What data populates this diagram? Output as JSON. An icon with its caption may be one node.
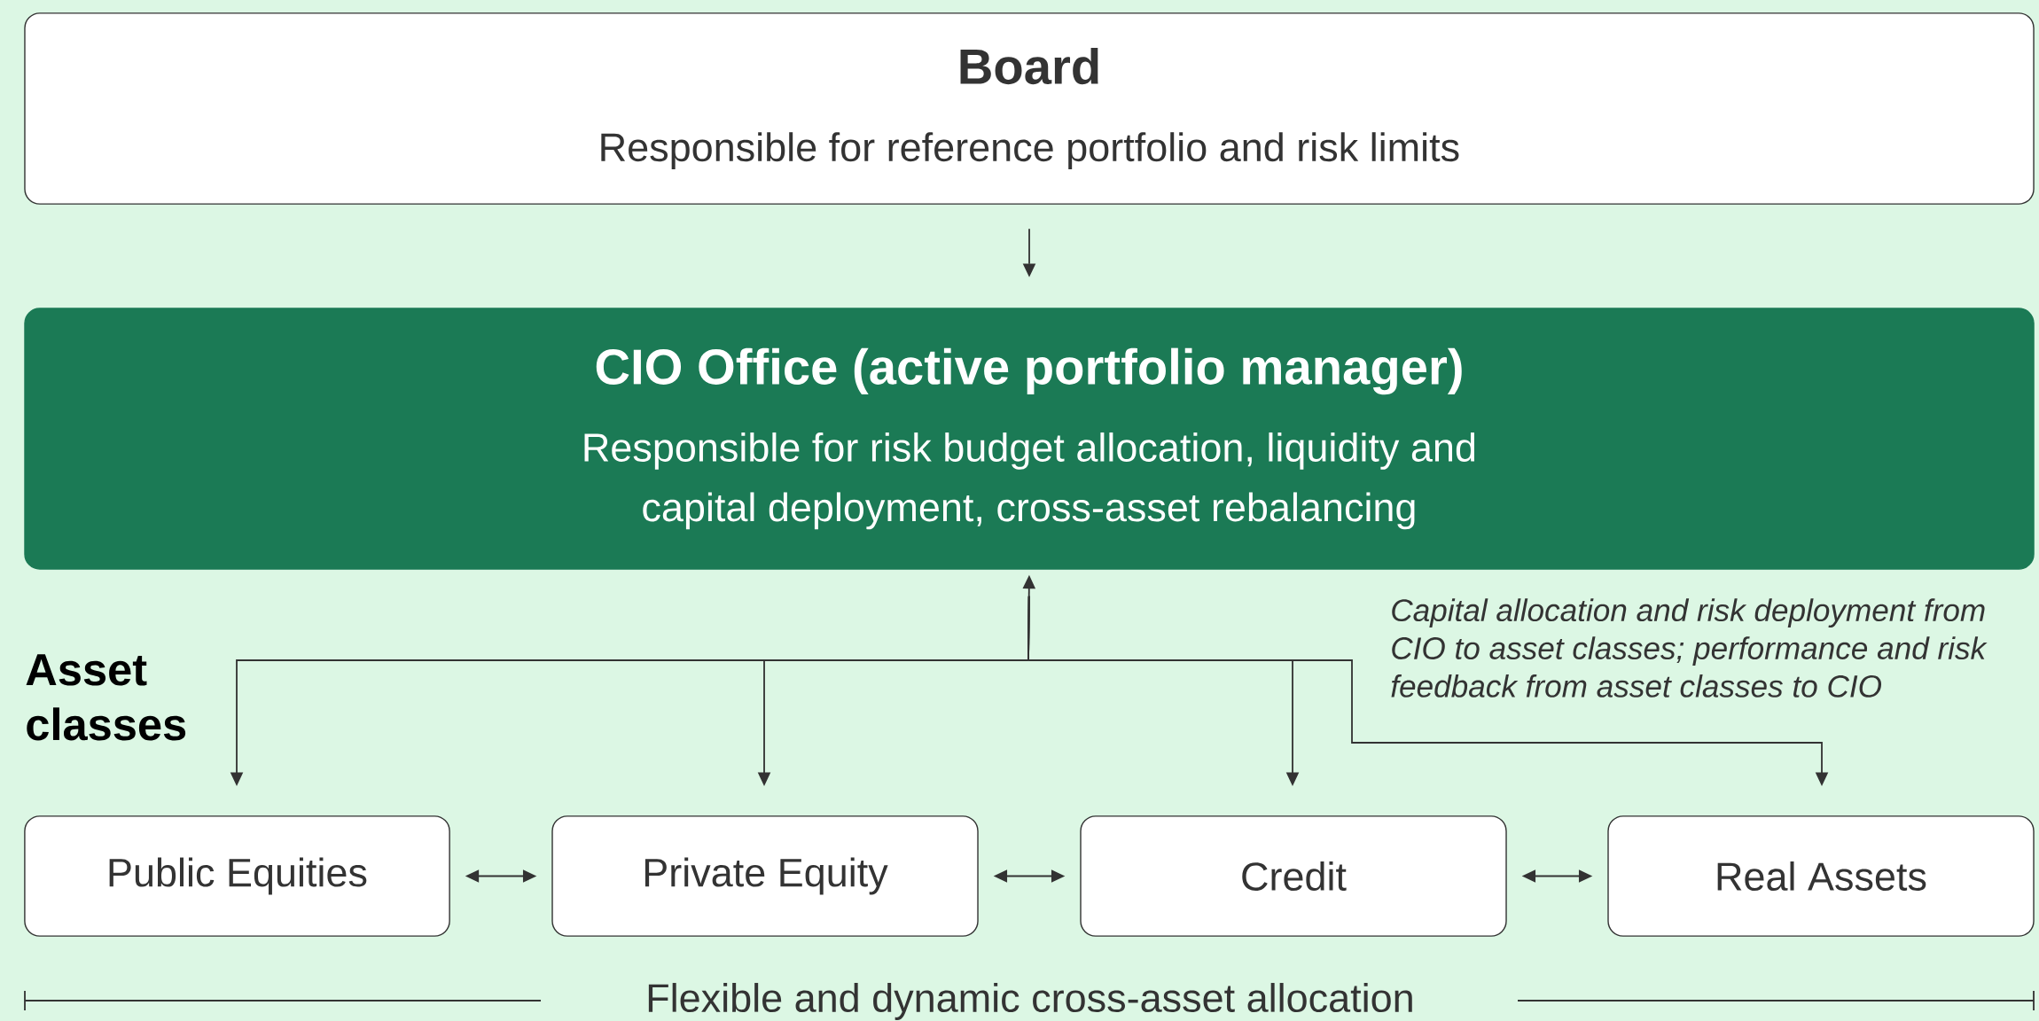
{
  "diagram": {
    "nodes": [
      {
        "text": [
          "Board",
          "Responsible for reference portfolio and risk limits"
        ]
      },
      {
        "text": [
          "**CIO Office** (**active portfolio manager**)",
          "Responsible for risk budget allocation, liquidity and capital deployment, cross-asset rebalancing"
        ]
      },
      {
        "text": [
          "Public Equities"
        ]
      },
      {
        "text": [
          "Private Equity"
        ]
      },
      {
        "text": [
          "Credit"
        ]
      },
      {
        "text": [
          "Real Assets"
        ]
      }
    ],
    "edges": [
      {
        "from": 0,
        "to": 1,
        "arrow": "to"
      },
      {
        "from": 1,
        "to": 2,
        "arrow": "to"
      },
      {
        "from": 1,
        "to": 3,
        "arrow": "to"
      },
      {
        "from": 1,
        "to": 4,
        "arrow": "to"
      },
      {
        "from": 1,
        "to": 5,
        "arrow": "to"
      },
      {
        "from": 2,
        "to": 3,
        "arrow": "both"
      },
      {
        "from": 3,
        "to": 4,
        "arrow": "both"
      },
      {
        "from": 4,
        "to": 5,
        "arrow": "both"
      },
      {
        "from": null,
        "to": 1,
        "arrow": "to"
      }
    ],
    "labels": [
      "Capital allocation and risk deployment from CIO to asset classes; performance and risk feedback from asset classes to CIO",
      "Asset classes",
      "Flexible and dynamic cross-asset allocation"
    ]
  }
}
